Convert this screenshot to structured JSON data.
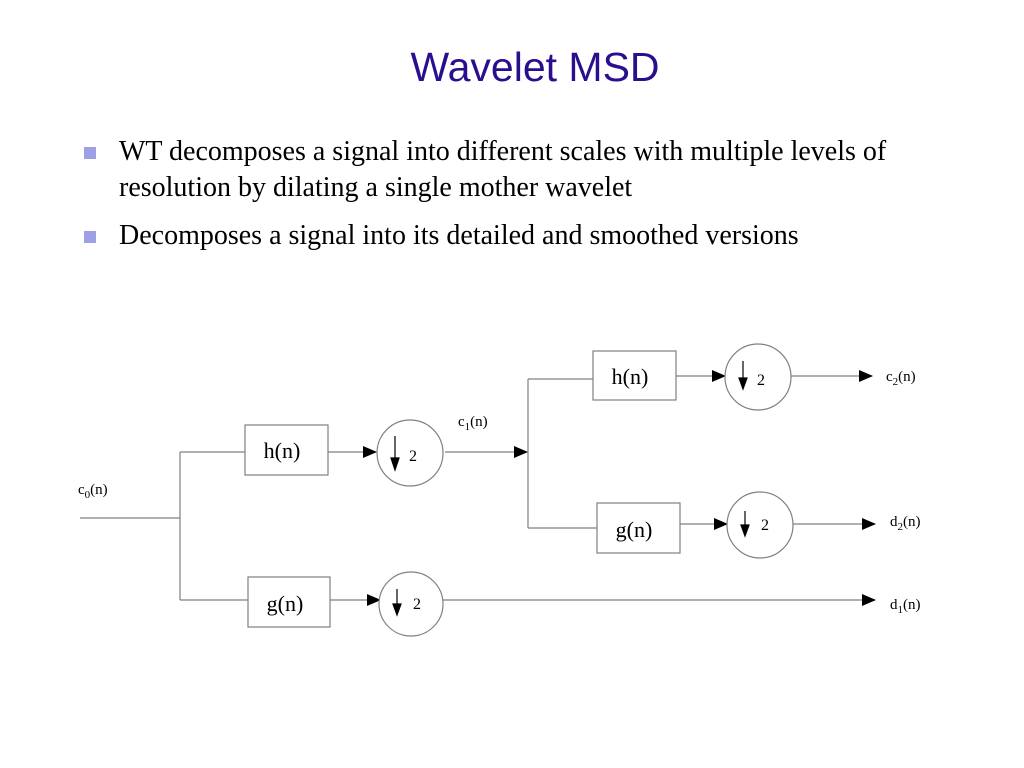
{
  "slide": {
    "title": "Wavelet MSD",
    "bullets": [
      "WT decomposes a signal into different scales with multiple levels of resolution by dilating a single mother wavelet",
      "Decomposes a signal into its detailed and smoothed versions"
    ]
  },
  "diagram": {
    "filters": {
      "h1": "h(n)",
      "g1": "g(n)",
      "h2": "h(n)",
      "g2": "g(n)"
    },
    "downsample_factor": "2",
    "signals": {
      "c0": {
        "base": "c",
        "sub": "0",
        "suffix": "(n)"
      },
      "c1": {
        "base": "c",
        "sub": "1",
        "suffix": "(n)"
      },
      "c2": {
        "base": "c",
        "sub": "2",
        "suffix": "(n)"
      },
      "d1": {
        "base": "d",
        "sub": "1",
        "suffix": "(n)"
      },
      "d2": {
        "base": "d",
        "sub": "2",
        "suffix": "(n)"
      }
    },
    "colors": {
      "box_border": "#808080",
      "line": "#808080",
      "arrow": "#000000",
      "title": "#2b0e8e",
      "bullet": "#9f9fe6"
    }
  }
}
